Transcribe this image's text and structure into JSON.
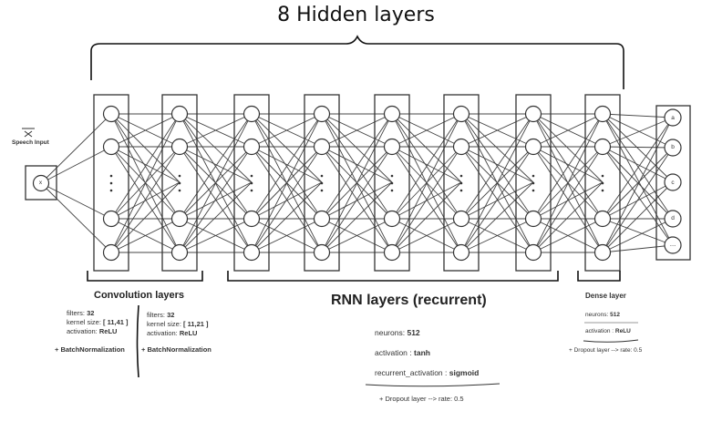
{
  "title": "8 Hidden layers",
  "input": {
    "label": "Speech Input",
    "node": "x"
  },
  "output_nodes": [
    "a",
    "b",
    "c",
    "d",
    "...."
  ],
  "ellipsis": "•\n•\n•",
  "conv": {
    "title": "Convolution layers",
    "layer1": {
      "filters_label": "filters:",
      "filters_value": "32",
      "kernel_label": "kernel size:",
      "kernel_value": "[ 11,41 ]",
      "activation_label": "activation:",
      "activation_value": "ReLU"
    },
    "layer2": {
      "filters_label": "filters:",
      "filters_value": "32",
      "kernel_label": "kernel size:",
      "kernel_value": "[ 11,21 ]",
      "activation_label": "activation:",
      "activation_value": "ReLU"
    },
    "batchnorm": "+ BatchNormalization"
  },
  "rnn": {
    "title": "RNN layers (recurrent)",
    "neurons_label": "neurons:",
    "neurons_value": "512",
    "activation_label": "activation :",
    "activation_value": "tanh",
    "recurrent_label": "recurrent_activation :",
    "recurrent_value": "sigmoid",
    "dropout": "+ Dropout layer --> rate: 0.5"
  },
  "dense": {
    "title": "Dense layer",
    "neurons_label": "neurons:",
    "neurons_value": "512",
    "activation_label": "activation :",
    "activation_value": "ReLU",
    "dropout": "+ Dropout layer --> rate: 0.5"
  }
}
